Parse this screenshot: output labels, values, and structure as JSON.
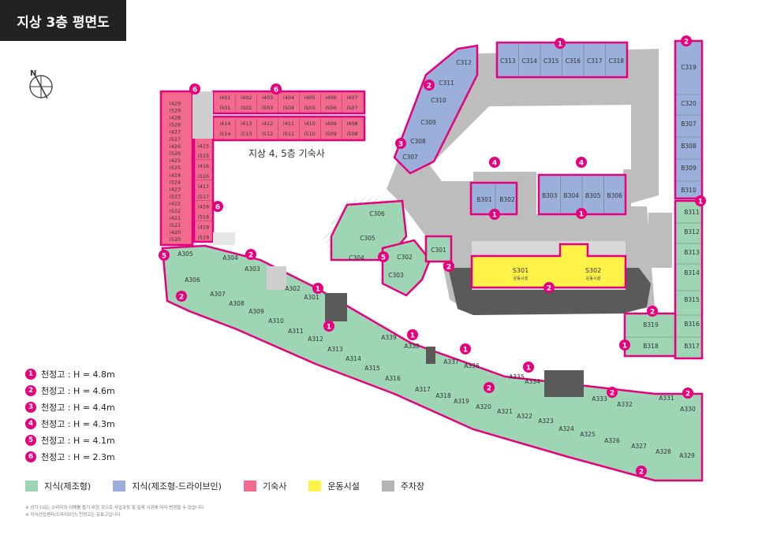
{
  "title": "지상 3층 평면도",
  "dorm_note": "지상 4, 5층 기숙사",
  "compass": "N",
  "colors": {
    "green": "#9ed6b5",
    "blue": "#9ab0da",
    "pink": "#f26b8f",
    "yellow": "#fff34a",
    "gray": "#b5b5b5",
    "border": "#e6007e"
  },
  "ceiling_heights": [
    {
      "num": "1",
      "text": "천정고 : H = 4.8m"
    },
    {
      "num": "2",
      "text": "천정고 : H = 4.6m"
    },
    {
      "num": "3",
      "text": "천정고 : H = 4.4m"
    },
    {
      "num": "4",
      "text": "천정고 : H = 4.3m"
    },
    {
      "num": "5",
      "text": "천정고 : H = 4.1m"
    },
    {
      "num": "6",
      "text": "천정고 : H = 2.3m"
    }
  ],
  "legend": [
    {
      "label": "지식(제조형)",
      "color": "#9ed6b5"
    },
    {
      "label": "지식(제조형-드라이브인)",
      "color": "#9ab0da"
    },
    {
      "label": "기숙사",
      "color": "#f26b8f"
    },
    {
      "label": "운동시설",
      "color": "#fff34a"
    },
    {
      "label": "주차장",
      "color": "#b5b5b5"
    }
  ],
  "notes": [
    "※ 상기 CG는 소비자의 이해를 돕기 위한 것으로 사업과정 및 실제 시공에 따라 변경될 수 있습니다.",
    "※ 지식산업센터(드라이브인) 천정고는 유효고입니다."
  ],
  "units": {
    "blue_top": [
      "C313",
      "C314",
      "C315",
      "C316",
      "C317",
      "C318"
    ],
    "blue_right": [
      "C319",
      "C320",
      "B307",
      "B308",
      "B309",
      "B310"
    ],
    "blue_diag": [
      "C312",
      "C311",
      "C310",
      "C309",
      "C308",
      "C307"
    ],
    "blue_mid_a": [
      "B301",
      "B302"
    ],
    "blue_mid_b": [
      "B303",
      "B304",
      "B305",
      "B306"
    ],
    "green_right": [
      "B311",
      "B312",
      "B313",
      "B314",
      "B315",
      "B316",
      "B317"
    ],
    "green_b": [
      "B319",
      "B318"
    ],
    "green_mid": [
      "C306",
      "C305",
      "C304",
      "C302",
      "C303",
      "C301"
    ],
    "green_bottom": [
      "A305",
      "A304",
      "A303",
      "A306",
      "A302",
      "A301",
      "A307",
      "A308",
      "A309",
      "A310",
      "A311",
      "A312",
      "A313",
      "A314",
      "A315",
      "A316",
      "A339",
      "A338",
      "A337",
      "A336",
      "A335",
      "A334",
      "A317",
      "A318",
      "A319",
      "A320",
      "A321",
      "A322",
      "A323",
      "A324",
      "A325",
      "A326",
      "A327",
      "A328",
      "A329",
      "A333",
      "A332",
      "A331",
      "A330"
    ],
    "yellow": [
      {
        "name": "S301",
        "sub": "운동시설"
      },
      {
        "name": "S302",
        "sub": "운동시설"
      }
    ],
    "dorm_row1": [
      "i401",
      "i402",
      "i403",
      "i404",
      "i405",
      "i406",
      "i407"
    ],
    "dorm_row2": [
      "i501",
      "i502",
      "i503",
      "i504",
      "i505",
      "i506",
      "i507"
    ],
    "dorm_row3": [
      "i414",
      "i413",
      "i412",
      "i411",
      "i410",
      "i409",
      "i408"
    ],
    "dorm_row4": [
      "i514",
      "i513",
      "i512",
      "i511",
      "i510",
      "i509",
      "i508"
    ],
    "dorm_left": [
      "i429",
      "i529",
      "i428",
      "i528",
      "i427",
      "i527",
      "i426",
      "i526",
      "i425",
      "i525",
      "i424",
      "i524",
      "i423",
      "i523",
      "i422",
      "i522",
      "i421",
      "i521",
      "i420",
      "i520"
    ],
    "dorm_inner": [
      "i415",
      "i515",
      "i416",
      "i516",
      "i417",
      "i517",
      "i418",
      "i518",
      "i419",
      "i519"
    ]
  },
  "badges": [
    {
      "n": "1"
    },
    {
      "n": "2"
    },
    {
      "n": "2"
    },
    {
      "n": "3"
    },
    {
      "n": "4"
    },
    {
      "n": "4"
    },
    {
      "n": "1"
    },
    {
      "n": "1"
    },
    {
      "n": "1"
    },
    {
      "n": "6"
    },
    {
      "n": "6"
    },
    {
      "n": "6"
    },
    {
      "n": "5"
    },
    {
      "n": "2"
    },
    {
      "n": "5"
    },
    {
      "n": "2"
    },
    {
      "n": "2"
    },
    {
      "n": "1"
    },
    {
      "n": "2"
    },
    {
      "n": "1"
    },
    {
      "n": "1"
    },
    {
      "n": "1"
    },
    {
      "n": "1"
    },
    {
      "n": "2"
    },
    {
      "n": "2"
    },
    {
      "n": "2"
    },
    {
      "n": "2"
    },
    {
      "n": "1"
    },
    {
      "n": "2"
    }
  ]
}
